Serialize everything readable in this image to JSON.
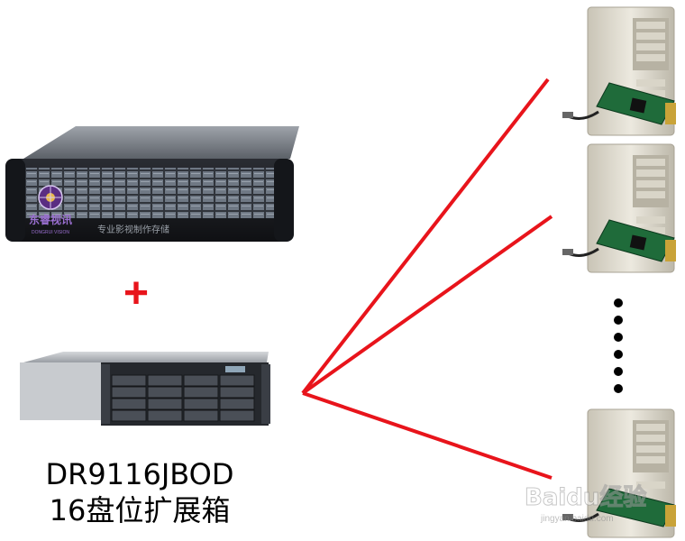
{
  "storage_server": {
    "brand_cn": "东睿视讯",
    "brand_en": "DONGRUI VISION",
    "tagline": "专业影视制作存储"
  },
  "plus_sign": "+",
  "jbod": {
    "model": "DR9116JBOD",
    "description": "16盘位扩展箱"
  },
  "colors": {
    "link_line": "#e8141b",
    "plus": "#e8141b",
    "server_body": "#1b1d22",
    "server_logo": "#5a2d82",
    "workstation_case": "#dcd8cc"
  },
  "workstations": [
    {
      "name": "workstation-1"
    },
    {
      "name": "workstation-2"
    },
    {
      "name": "workstation-n"
    }
  ],
  "ellipsis_dots": 6,
  "watermark": {
    "text": "Baidu经验",
    "subtext": "jingyan.baidu.com"
  }
}
